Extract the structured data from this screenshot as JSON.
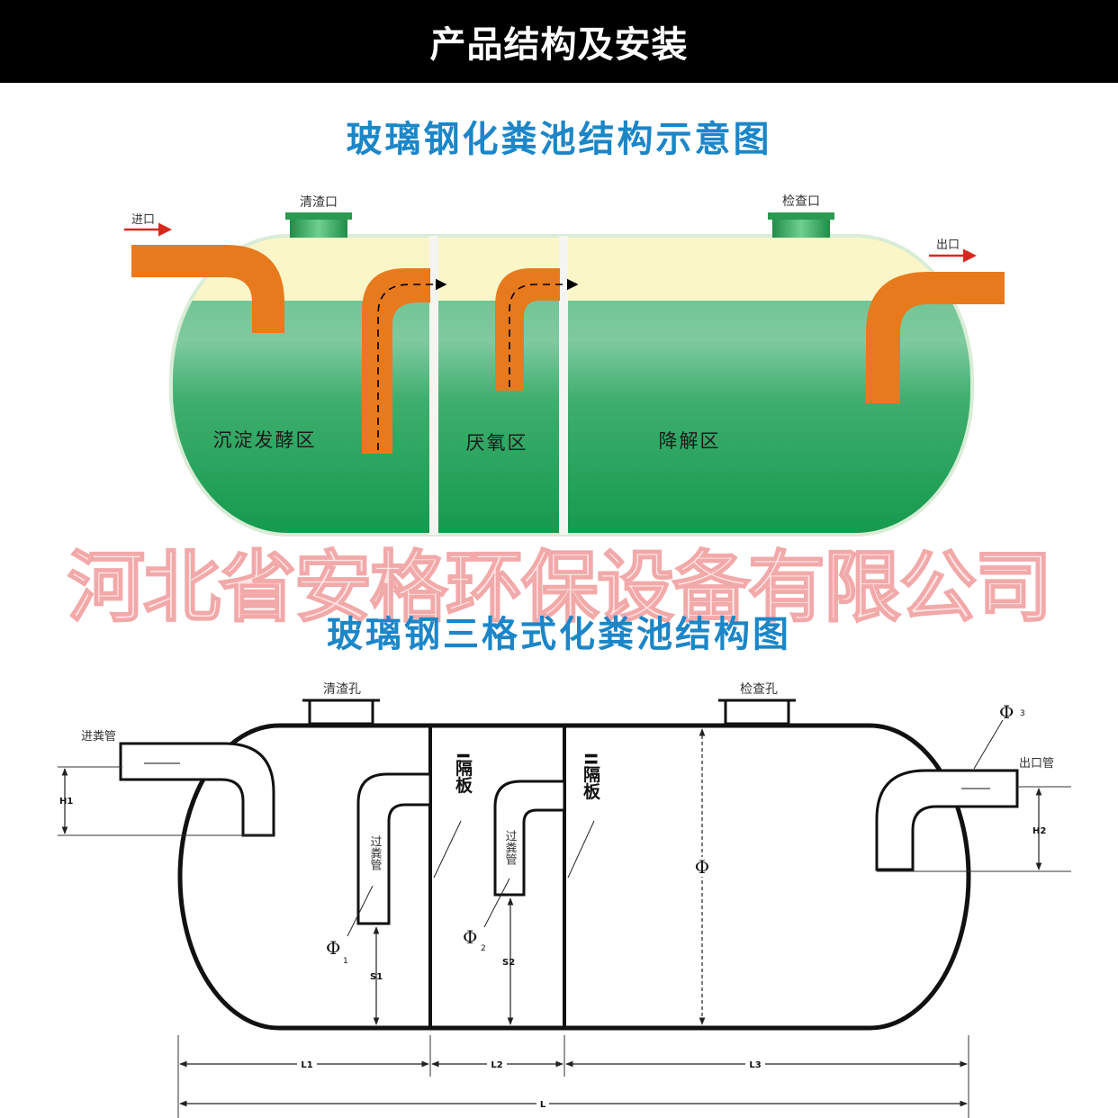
{
  "header": {
    "title": "产品结构及安装"
  },
  "diagram1": {
    "title": "玻璃钢化粪池结构示意图",
    "inlet_label": "进口",
    "outlet_label": "出口",
    "cleanout_label": "清渣口",
    "inspection_label": "检查口",
    "zones": [
      "沉淀发酵区",
      "厌氧区",
      "降解区"
    ],
    "colors": {
      "liquid": "#2ea868",
      "air": "#fbf6c8",
      "pipe": "#e87a1e",
      "riser": "#38a85c",
      "title": "#1b86c8"
    }
  },
  "watermark": "河北省安格环保设备有限公司",
  "diagram2": {
    "title": "玻璃钢三格式化粪池结构图",
    "cleanout_label": "清渣孔",
    "inspection_label": "检查孔",
    "inlet_pipe_label": "进粪管",
    "outlet_pipe_label": "出口管",
    "transfer_pipe_label": "过粪管",
    "partition_labels": [
      "I隔板",
      "II隔板"
    ],
    "dimension_labels": {
      "H1": "H1",
      "H2": "H2",
      "S1": "S1",
      "S2": "S2",
      "L1": "L1",
      "L2": "L2",
      "L3": "L3",
      "L": "L",
      "phi": "Φ",
      "phi1": "1",
      "phi2": "2",
      "phi3": "3"
    }
  }
}
